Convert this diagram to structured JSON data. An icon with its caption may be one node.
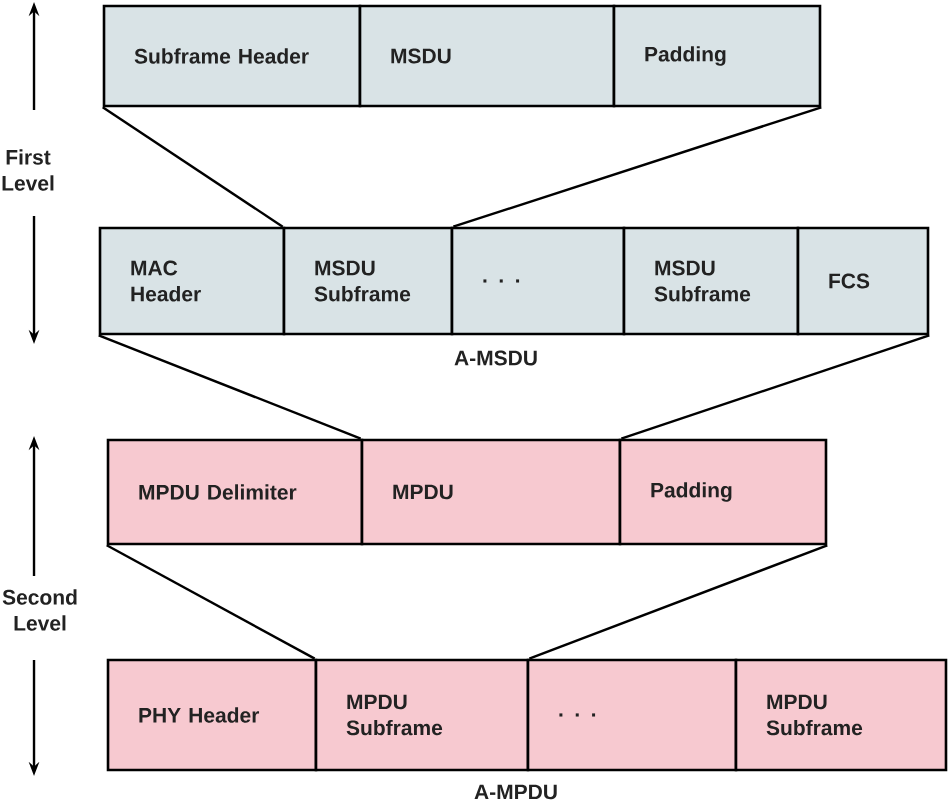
{
  "diagram": {
    "nodes": [
      {
        "text": [
          "Subframe Header"
        ]
      },
      {
        "text": [
          "MSDU"
        ]
      },
      {
        "text": [
          "Padding"
        ]
      },
      {
        "text": [
          "MAC Header"
        ]
      },
      {
        "text": [
          "MSDU Subframe"
        ]
      },
      {
        "text": [
          ". . ."
        ]
      },
      {
        "text": [
          "MSDU Subframe"
        ]
      },
      {
        "text": [
          "FCS"
        ]
      },
      {
        "text": [
          "MPDU Delimiter"
        ]
      },
      {
        "text": [
          "MPDU"
        ]
      },
      {
        "text": [
          "Padding"
        ]
      },
      {
        "text": [
          "PHY Header"
        ]
      },
      {
        "text": [
          "MPDU Subframe"
        ]
      },
      {
        "text": [
          ". . ."
        ]
      },
      {
        "text": [
          "MPDU Subframe"
        ]
      }
    ],
    "edges": [
      {
        "from": 0,
        "to": 4,
        "arrow": "none"
      },
      {
        "from": 2,
        "to": 4,
        "arrow": "none"
      },
      {
        "from": 3,
        "to": 9,
        "arrow": "none"
      },
      {
        "from": 7,
        "to": 9,
        "arrow": "none"
      },
      {
        "from": 8,
        "to": 12,
        "arrow": "none"
      },
      {
        "from": 10,
        "to": 12,
        "arrow": "none"
      }
    ],
    "labels": [
      "First Level",
      "A-MSDU",
      "Second Level",
      "A-MPDU"
    ]
  }
}
